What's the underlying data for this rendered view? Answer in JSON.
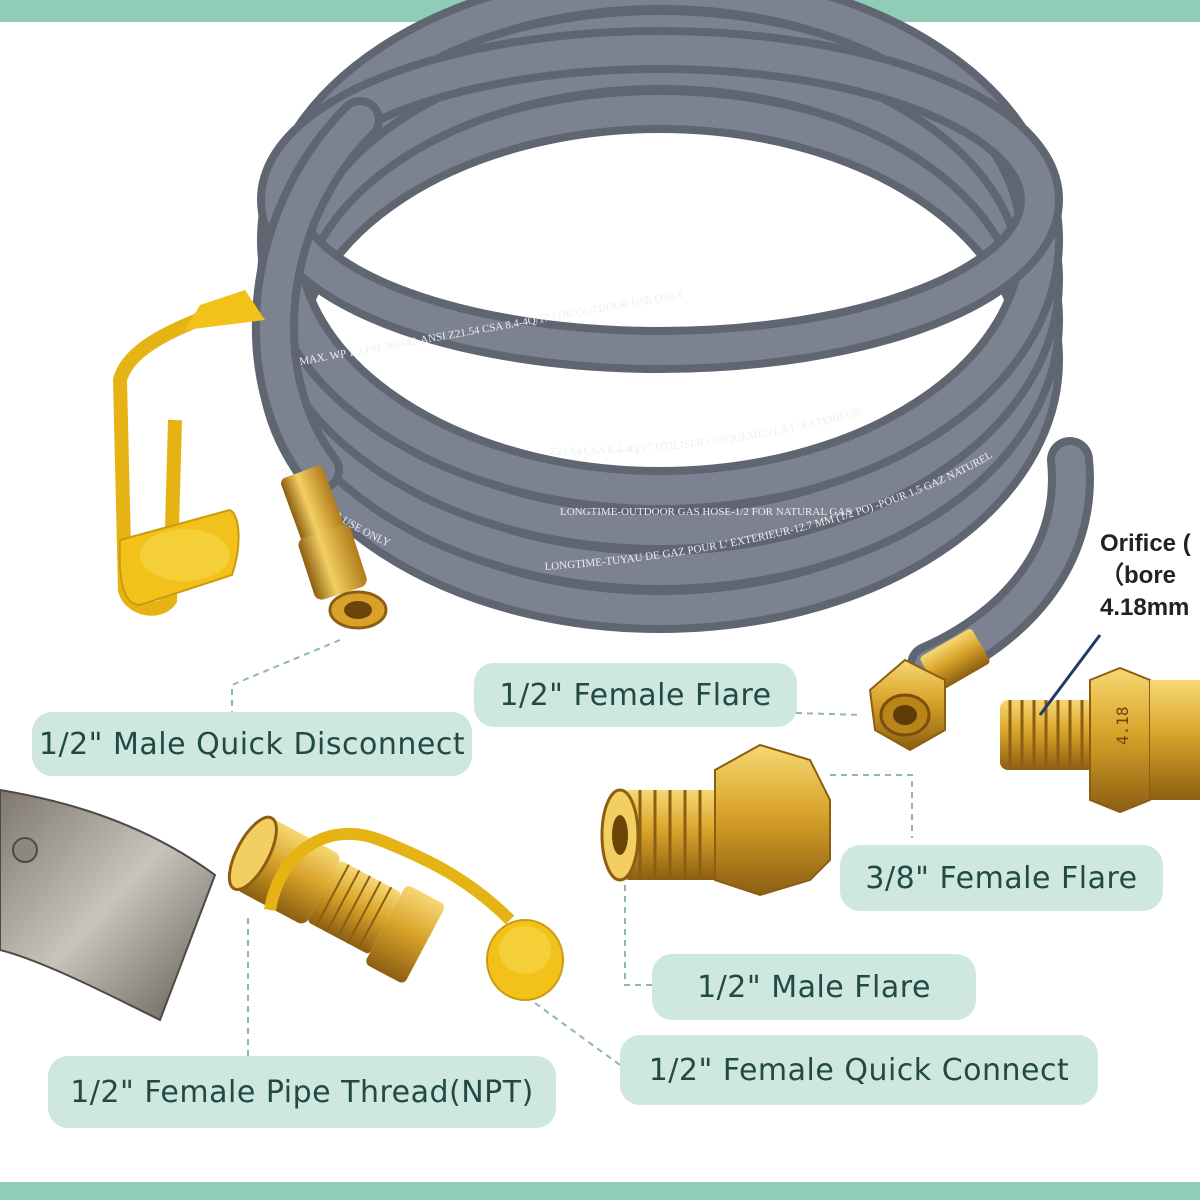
{
  "colors": {
    "frame": "#8fcdb6",
    "label_bg": "#cfe8df",
    "label_text": "#214a45",
    "hose": "#6e7480",
    "brass": "#d9a42a",
    "cap": "#f2c21a"
  },
  "hose_print": {
    "line_a": "LONGTIME-TUYAU DE GAZ POUR L' EXTERIEUR-12.7 MM (1/2 PO) -POUR 1.5 GAZ NATUREL",
    "line_b": "Z21.54 CSA 8.4-4Q/17 UTILISER UNIQUEMENT A L' EXTERIEUR",
    "line_c": "LONGTIME-OUTDOOR GAS HOSE-1/2 FOR NATURAL GAS",
    "line_d": "FOR OUTDOOR USE ONLY",
    "line_e": "MAX. WP 1/2 PSI-265642-ANSI Z21.54 CSA 8.4-4Q/17 FOR OUTDOOR USE ONLY"
  },
  "orifice": {
    "line1": "Orifice (",
    "line2": "（bore",
    "line3": "4.18mm",
    "stamp": "4.18"
  },
  "labels": {
    "male_quick_disconnect": "1/2\" Male Quick Disconnect",
    "female_flare_half": "1/2\" Female Flare",
    "female_flare_3_8": "3/8\" Female Flare",
    "male_flare": "1/2\" Male Flare",
    "female_quick_connect": "1/2\" Female Quick Connect",
    "female_pipe_thread": "1/2\" Female Pipe Thread(NPT)"
  }
}
